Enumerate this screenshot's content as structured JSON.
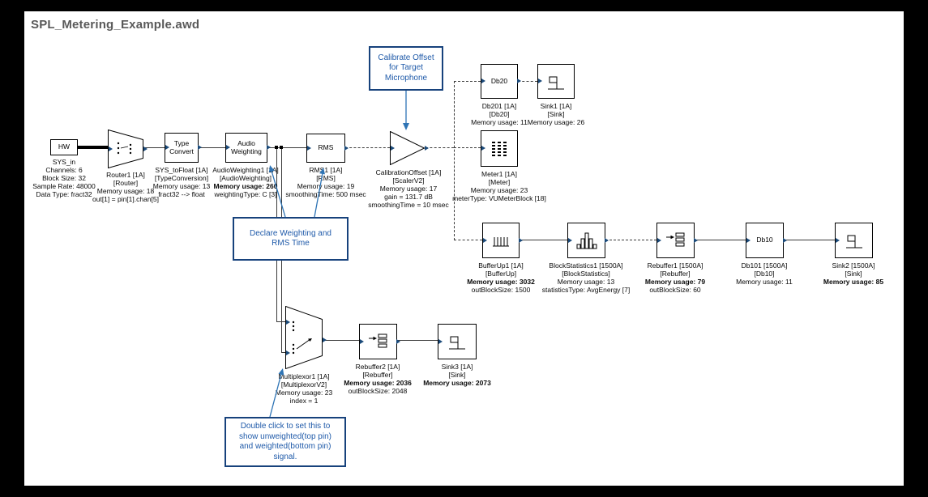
{
  "window": {
    "title": "SPL_Metering_Example.awd"
  },
  "colors": {
    "title": "#595959",
    "callout_border": "#17427C",
    "callout_text": "#1F5AA9",
    "arrow": "#2E74B5",
    "pin": "#1B4A7A",
    "wire": "#3A3A3A"
  },
  "blocks": {
    "sys_in": {
      "icon_text": "HW",
      "lines": [
        "SYS_in",
        "Channels: 6",
        "Block Size: 32",
        "Sample Rate: 48000",
        "Data Type: fract32"
      ]
    },
    "router1": {
      "lines": [
        "Router1 [1A]",
        "[Router]",
        "Memory usage: 18",
        "out[1] = pin[1].chan[5]"
      ]
    },
    "sys_tofloat": {
      "icon_lines": [
        "Type",
        "Convert"
      ],
      "lines": [
        "SYS_toFloat [1A]",
        "[TypeConversion]",
        "Memory usage: 13",
        "fract32 --> float"
      ]
    },
    "audioweighting1": {
      "icon_lines": [
        "Audio",
        "Weighting"
      ],
      "lines": [
        "AudioWeighting1 [1A]",
        "[AudioWeighting]",
        "Memory usage: 260",
        "weightingType: C [3]"
      ]
    },
    "rms1": {
      "icon_text": "RMS",
      "lines": [
        "RMS1 [1A]",
        "[RMS]",
        "Memory usage: 19",
        "smoothingTime: 500 msec"
      ]
    },
    "calibrationoffset": {
      "lines": [
        "CalibrationOffset [1A]",
        "[ScalerV2]",
        "Memory usage: 17",
        "gain = 131.7 dB",
        "smoothingTime = 10 msec"
      ]
    },
    "db201": {
      "icon_text": "Db20",
      "lines": [
        "Db201 [1A]",
        "[Db20]",
        "Memory usage: 11"
      ]
    },
    "sink1": {
      "lines": [
        "Sink1 [1A]",
        "[Sink]",
        "Memory usage: 26"
      ]
    },
    "meter1": {
      "lines": [
        "Meter1 [1A]",
        "[Meter]",
        "Memory usage: 23",
        "meterType: VUMeterBlock [18]"
      ]
    },
    "bufferup1": {
      "lines": [
        "BufferUp1 [1A]",
        "[BufferUp]",
        "Memory usage: 3032",
        "outBlockSize: 1500"
      ]
    },
    "blockstatistics1": {
      "lines": [
        "BlockStatistics1 [1500A]",
        "[BlockStatistics]",
        "Memory usage: 13",
        "statisticsType: AvgEnergy [7]"
      ]
    },
    "rebuffer1": {
      "lines": [
        "Rebuffer1 [1500A]",
        "[Rebuffer]",
        "Memory usage: 79",
        "outBlockSize: 60"
      ]
    },
    "db101": {
      "icon_text": "Db10",
      "lines": [
        "Db101 [1500A]",
        "[Db10]",
        "Memory usage: 11"
      ]
    },
    "sink2": {
      "lines": [
        "Sink2 [1500A]",
        "[Sink]",
        "Memory usage: 85"
      ]
    },
    "multiplexor1": {
      "lines": [
        "Multiplexor1 [1A]",
        "[MultiplexorV2]",
        "Memory usage: 23",
        "index = 1"
      ]
    },
    "rebuffer2": {
      "lines": [
        "Rebuffer2 [1A]",
        "[Rebuffer]",
        "Memory usage: 2036",
        "outBlockSize: 2048"
      ]
    },
    "sink3": {
      "lines": [
        "Sink3 [1A]",
        "[Sink]",
        "Memory usage: 2073"
      ]
    }
  },
  "callouts": {
    "calibrate_offset": {
      "lines": [
        "Calibrate Offset",
        "for Target",
        "Microphone"
      ]
    },
    "declare_weighting": {
      "lines": [
        "Declare Weighting and",
        "RMS Time"
      ]
    },
    "double_click": {
      "lines": [
        "Double click to set this to",
        "show unweighted(top pin)",
        "and weighted(bottom pin)",
        "signal."
      ]
    }
  }
}
